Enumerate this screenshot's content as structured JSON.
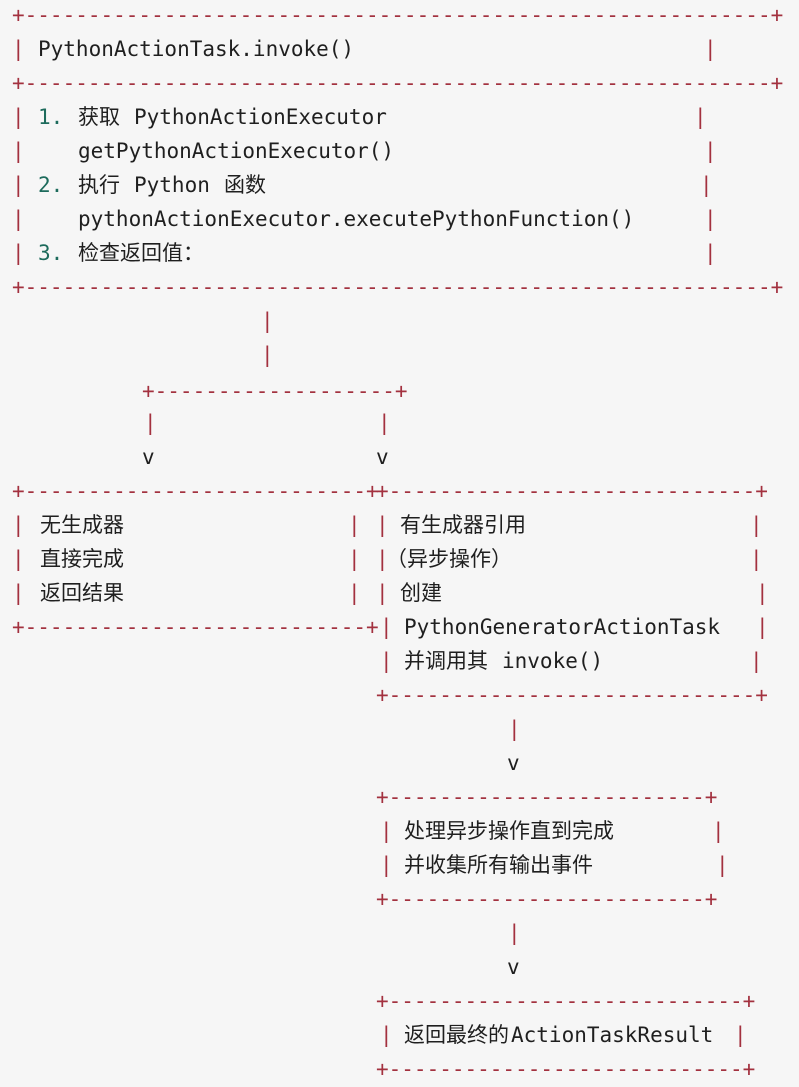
{
  "colors": {
    "border": "#a3313f",
    "number": "#1d6b5c",
    "text": "#1f1f1f",
    "background": "#f6f6f6"
  },
  "main_box": {
    "title": "PythonActionTask.invoke()",
    "steps": [
      {
        "num": "1.",
        "label": "获取",
        "code": "PythonActionExecutor",
        "sub": "getPythonActionExecutor()"
      },
      {
        "num": "2.",
        "label": "执行",
        "code": "Python",
        "suffix": "函数",
        "sub": "pythonActionExecutor.executePythonFunction()"
      },
      {
        "num": "3.",
        "label": "检查返回值："
      }
    ]
  },
  "left_box": {
    "lines": [
      "无生成器",
      "直接完成",
      "返回结果"
    ]
  },
  "right_box": {
    "line1": "有生成器引用",
    "line2": "（异步操作）",
    "line3": "创建",
    "line4": "PythonGeneratorActionTask",
    "line5_prefix": "并调用其",
    "line5_code": "invoke()"
  },
  "process_box": {
    "lines": [
      "处理异步操作直到完成",
      "并收集所有输出事件"
    ]
  },
  "result_box": {
    "prefix": "返回最终的",
    "code": "ActionTaskResult"
  },
  "glyphs": {
    "pipe": "|",
    "arrow": "v"
  }
}
